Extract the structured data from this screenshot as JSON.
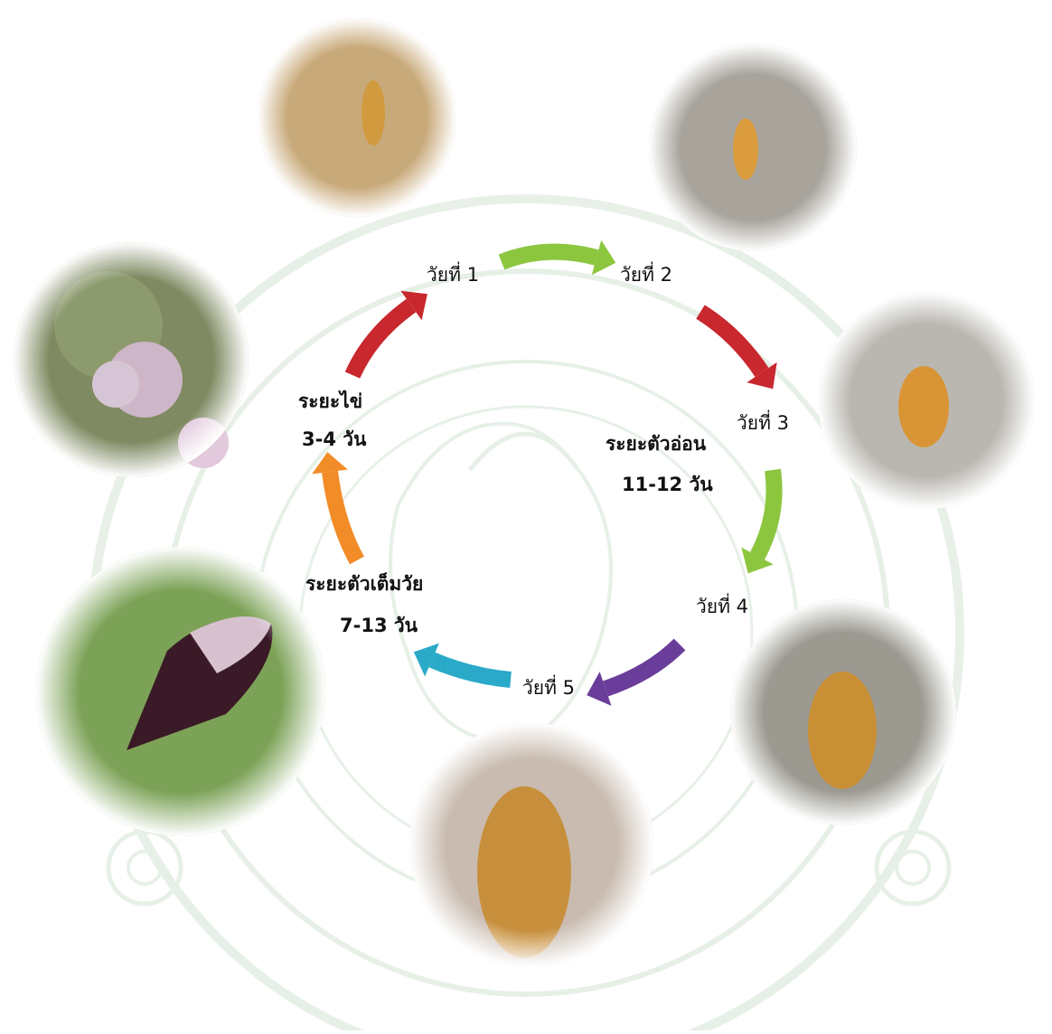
{
  "instars": [
    {
      "label": "วัยที่ 1"
    },
    {
      "label": "วัยที่ 2"
    },
    {
      "label": "วัยที่ 3"
    },
    {
      "label": "วัยที่ 4"
    },
    {
      "label": "วัยที่ 5"
    }
  ],
  "stages": {
    "egg": {
      "title": "ระยะไข่",
      "duration": "3-4 วัน"
    },
    "nymph": {
      "title": "ระยะตัวอ่อน",
      "duration": "11-12 วัน"
    },
    "adult": {
      "title": "ระยะตัวเต็มวัย",
      "duration": "7-13 วัน"
    }
  },
  "arrows": [
    {
      "from": "egg",
      "to": "instar-1",
      "color": "#c8282e"
    },
    {
      "from": "instar-1",
      "to": "instar-2",
      "color": "#8cc63f"
    },
    {
      "from": "instar-2",
      "to": "instar-3",
      "color": "#c8282e"
    },
    {
      "from": "instar-3",
      "to": "instar-4",
      "color": "#8cc63f"
    },
    {
      "from": "instar-4",
      "to": "instar-5",
      "color": "#6a3d9a"
    },
    {
      "from": "instar-5",
      "to": "adult",
      "color": "#2aa9c9"
    },
    {
      "from": "adult",
      "to": "egg",
      "color": "#f28c28"
    }
  ],
  "photos": [
    {
      "name": "egg-photo",
      "bg": "#8a8f6a",
      "subject": "#d9c7d6"
    },
    {
      "name": "instar-1-photo",
      "bg": "#c8a979",
      "subject": "#d49a3a"
    },
    {
      "name": "instar-2-photo",
      "bg": "#a7a29a",
      "subject": "#d89a3c"
    },
    {
      "name": "instar-3-photo",
      "bg": "#b9b7b0",
      "subject": "#d99535"
    },
    {
      "name": "instar-4-photo",
      "bg": "#9a9890",
      "subject": "#c98f34"
    },
    {
      "name": "instar-5-photo",
      "bg": "#c7b9ac",
      "subject": "#c78f3c"
    },
    {
      "name": "adult-photo",
      "bg": "#7fa358",
      "subject": "#3a1a26"
    }
  ]
}
